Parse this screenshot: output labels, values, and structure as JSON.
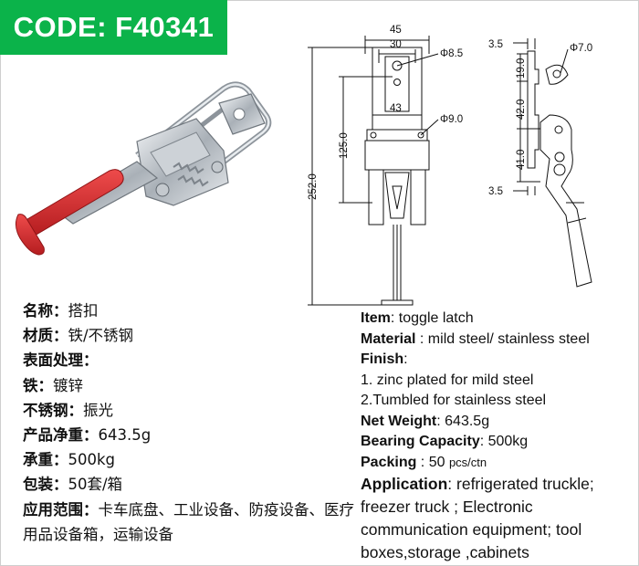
{
  "code_badge": "CODE: F40341",
  "drawing_dims": {
    "w45": "45",
    "w30": "30",
    "hole_d85": "Φ8.5",
    "w43": "43",
    "hole_d90": "Φ9.0",
    "h125": "125.0",
    "h252": "252.0",
    "side_35_top": "3.5",
    "side_hole_70": "Φ7.0",
    "side_19": "19.0",
    "side_42": "42.0",
    "side_41": "41.0",
    "side_35_bottom": "3.5"
  },
  "spec_cn": [
    {
      "k": "名称：",
      "v": "搭扣"
    },
    {
      "k": "材质：",
      "v": "铁/不锈钢"
    },
    {
      "k": "表面处理：",
      "v": ""
    },
    {
      "k": "铁：",
      "v": "镀锌"
    },
    {
      "k": "不锈钢：",
      "v": "振光"
    },
    {
      "k": "产品净重：",
      "v": "643.5g"
    },
    {
      "k": "承重：",
      "v": "500kg"
    },
    {
      "k": "包装：",
      "v": "50套/箱"
    },
    {
      "k": "应用范围：",
      "v": "卡车底盘、工业设备、防疫设备、医疗用品设备箱，运输设备"
    }
  ],
  "spec_en": {
    "item_k": "Item",
    "item_v": ": toggle latch",
    "material_k": "Material",
    "material_v": " : mild steel/ stainless steel",
    "finish_k": "Finish",
    "finish_v": ":",
    "finish_1": "1. zinc plated for mild steel",
    "finish_2": "2.Tumbled for stainless steel",
    "weight_k": "Net Weight",
    "weight_v": ": 643.5g",
    "bearing_k": "Bearing Capacity",
    "bearing_v": ": 500kg",
    "packing_k": "Packing",
    "packing_v": " : 50 ",
    "packing_unit": "pcs/ctn",
    "application_k": "Application",
    "application_v": ": refrigerated truckle; freezer truck ; Electronic communication equipment; tool boxes,storage ,cabinets"
  },
  "colors": {
    "badge_green": "#0bb34a",
    "handle_red": "#d9282b",
    "steel": "#bfc4c9"
  }
}
